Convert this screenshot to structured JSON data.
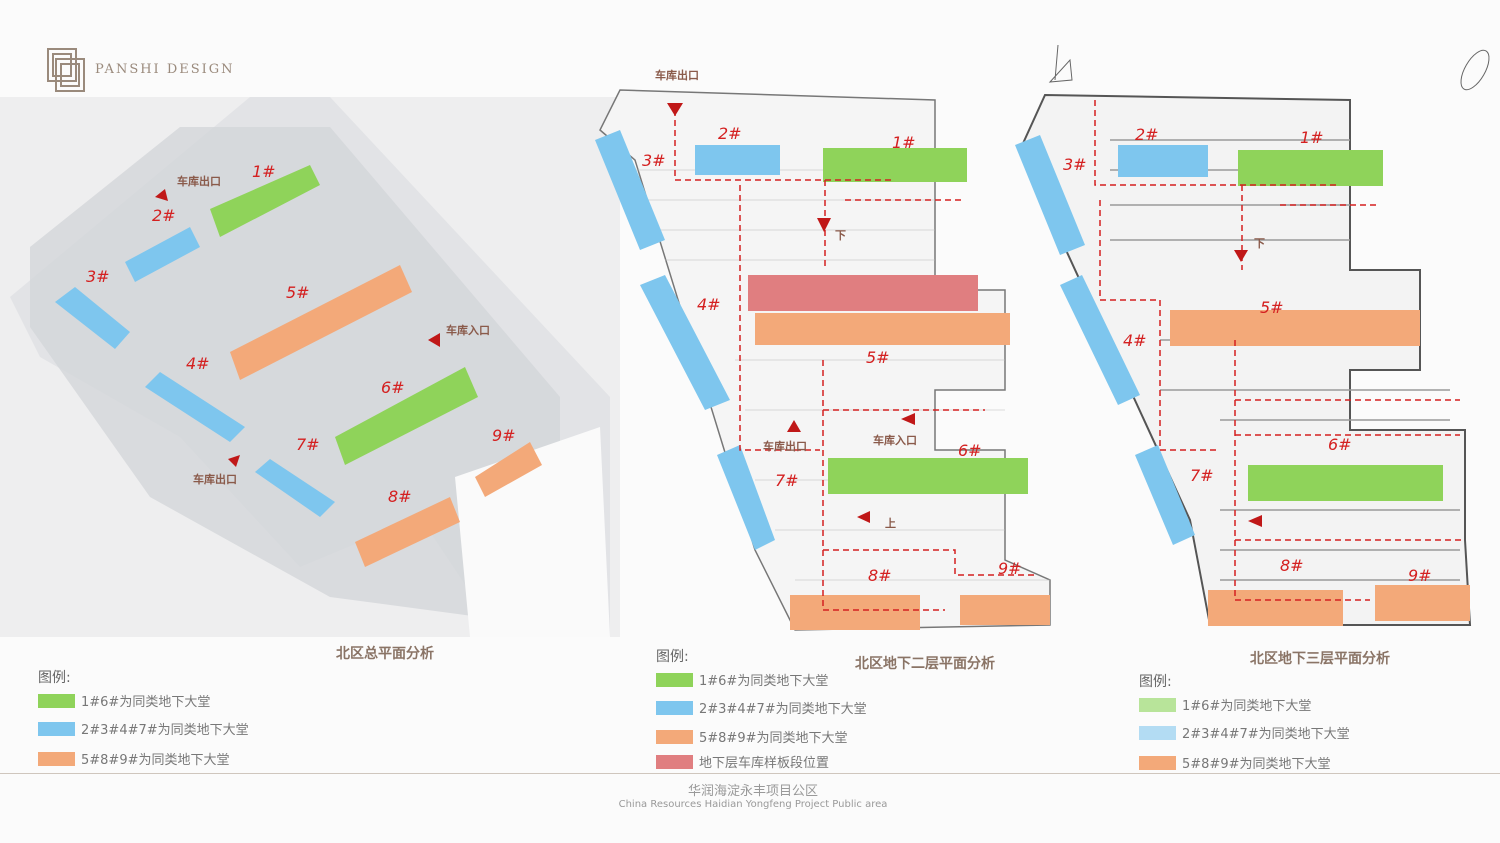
{
  "brand": {
    "name": "PANSHI DESIGN"
  },
  "colors": {
    "green": "#8fd35a",
    "blue": "#7ec6ee",
    "orange": "#f3a979",
    "red": "#e07e80",
    "label": "#d42020"
  },
  "site_plan": {
    "title": "北区总平面分析",
    "buildings": [
      "1#",
      "2#",
      "3#",
      "4#",
      "5#",
      "6#",
      "7#",
      "8#",
      "9#"
    ],
    "gates": [
      "车库出口",
      "车库入口",
      "车库出口"
    ],
    "legend": {
      "head": "图例:",
      "items": [
        "1#6#为同类地下大堂",
        "2#3#4#7#为同类地下大堂",
        "5#8#9#为同类地下大堂"
      ]
    }
  },
  "b2_plan": {
    "title": "北区地下二层平面分析",
    "buildings": [
      "1#",
      "2#",
      "3#",
      "4#",
      "5#",
      "6#",
      "7#",
      "8#",
      "9#"
    ],
    "gates": [
      "车库出口",
      "车库出口",
      "车库入口"
    ],
    "ramps": [
      "下",
      "上"
    ],
    "legend": {
      "head": "图例:",
      "items": [
        "1#6#为同类地下大堂",
        "2#3#4#7#为同类地下大堂",
        "5#8#9#为同类地下大堂",
        "地下层车库样板段位置"
      ]
    }
  },
  "b3_plan": {
    "title": "北区地下三层平面分析",
    "buildings": [
      "1#",
      "2#",
      "3#",
      "4#",
      "5#",
      "6#",
      "7#",
      "8#",
      "9#"
    ],
    "ramps": [
      "下"
    ],
    "legend": {
      "head": "图例:",
      "items": [
        "1#6#为同类地下大堂",
        "2#3#4#7#为同类地下大堂",
        "5#8#9#为同类地下大堂"
      ]
    }
  },
  "footer": {
    "cn": "华润海淀永丰项目公区",
    "en": "China Resources Haidian Yongfeng Project Public area"
  }
}
